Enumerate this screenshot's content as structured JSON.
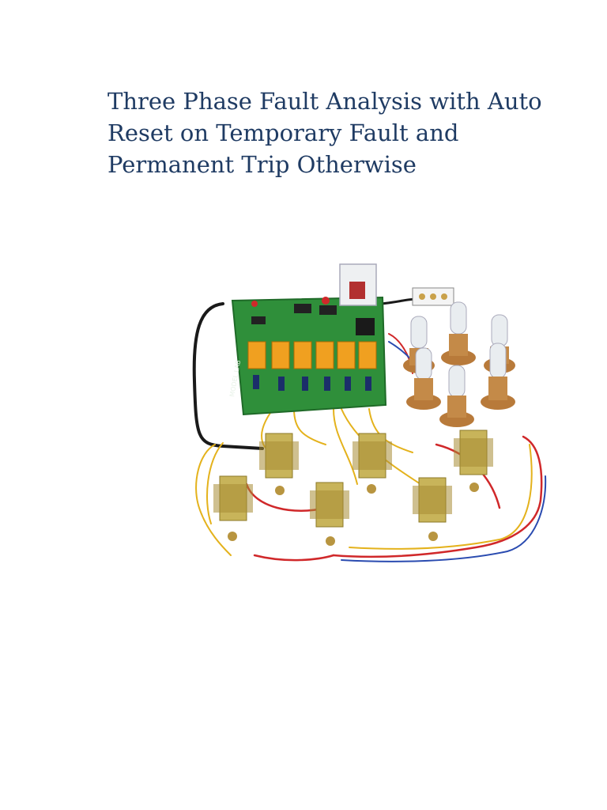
{
  "document": {
    "title_lines": [
      "Three Phase Fault Analysis with Auto",
      "Reset on Temporary Fault and",
      "Permanent Trip Otherwise"
    ]
  },
  "photo": {
    "board_label": "MODEL LAB",
    "relay_count": 6,
    "transformer_count": 6,
    "lamp_count": 6,
    "colors": {
      "pcb": "#2f8f3a",
      "relay": "#f0a020",
      "transformer": "#c8b45a",
      "lamp_base": "#b87a3a",
      "wire_red": "#d0282a",
      "wire_yellow": "#e4b21c",
      "wire_blue": "#2a4bb0",
      "wire_black": "#1a1a1a"
    }
  }
}
